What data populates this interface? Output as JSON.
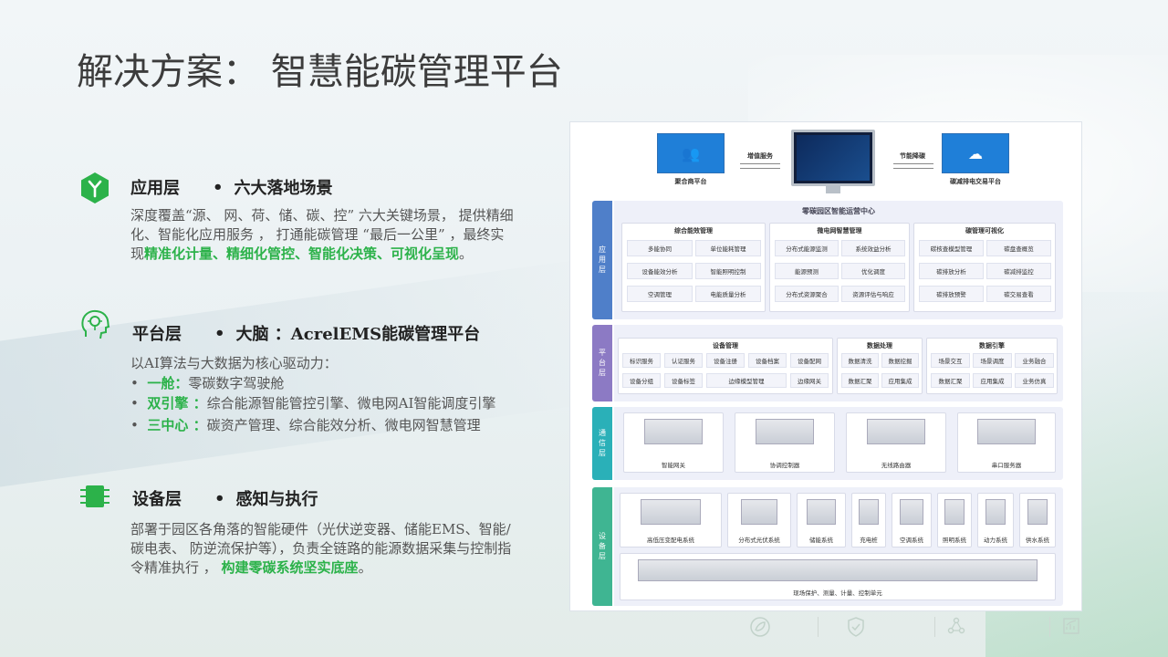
{
  "title": "解决方案： 智慧能碳管理平台",
  "colors": {
    "accent_green": "#2cb24a",
    "app_layer": "#4f7fc9",
    "platform_layer": "#8c7ac4",
    "comm_layer": "#2ab0b8",
    "device_layer": "#3fb592"
  },
  "sections": {
    "app": {
      "icon": "y-hexagon-icon",
      "name": "应用层",
      "bullet": "•",
      "subtitle": "六大落地场景",
      "text1": "深度覆盖“源、 网、荷、储、碳、控” 六大关键场景， 提供精细化、智能化应用服务 ， 打通能碳管理 “最后一公里” ，最终实现",
      "highlight": "精准化计量、精细化管控、智能化决策、可视化呈现",
      "text2": "。"
    },
    "platform": {
      "icon": "brain-head-icon",
      "name": "平台层",
      "bullet": "•",
      "subtitle": "大脑 ：AcrelEMS能碳管理平台",
      "intro": "以AI算法与大数据为核心驱动力：",
      "items": [
        {
          "bullet": "•",
          "key": "一舱：",
          "text": "零碳数字驾驶舱"
        },
        {
          "bullet": "•",
          "key": "双引擎 ：",
          "text": "综合能源智能管控引擎、微电网AI智能调度引擎"
        },
        {
          "bullet": "•",
          "key": "三中心 ：",
          "text": "碳资产管理、综合能效分析、微电网智慧管理"
        }
      ]
    },
    "device": {
      "icon": "chip-icon",
      "name": "设备层",
      "bullet": "•",
      "subtitle": "感知与执行",
      "text1": "部署于园区各角落的智能硬件（光伏逆变器、储能EMS、智能/碳电表、 防逆流保护等），负责全链路的能源数据采集与控制指令精准执行 ， ",
      "highlight": "构建零碳系统坚实底座",
      "text2": "。"
    }
  },
  "diagram": {
    "top": {
      "left_node": "聚合商平台",
      "left_arrow": "增值服务",
      "right_arrow": "节能降碳",
      "right_node": "碳减排电交易平台"
    },
    "app_layer": {
      "label": "应用层",
      "center_title": "零碳园区智能运营中心",
      "groups": [
        {
          "title": "综合能效管理",
          "cells": [
            "多能协同",
            "单位能耗管理",
            "设备能效分析",
            "智能照明控制",
            "空调管理",
            "电能质量分析"
          ]
        },
        {
          "title": "微电网智慧管理",
          "cells": [
            "分布式能源监测",
            "系统效益分析",
            "能源预测",
            "优化调度",
            "分布式资源聚合",
            "资源评估与响应"
          ]
        },
        {
          "title": "碳管理可视化",
          "cells": [
            "碳核查模型管理",
            "碳盘查概览",
            "碳排放分析",
            "碳减排监控",
            "碳排放预警",
            "碳交易查看"
          ]
        }
      ]
    },
    "platform_layer": {
      "label": "平台层",
      "groups": [
        {
          "title": "设备管理",
          "cells": [
            "标识服务",
            "认证服务",
            "设备注册",
            "设备档案",
            "设备配网",
            "设备分组",
            "设备标签",
            "边缘模型管理",
            "边缘网关"
          ]
        },
        {
          "title": "数据处理",
          "cells": [
            "数据清洗",
            "数据挖掘",
            "数据汇聚",
            "应用集成"
          ]
        },
        {
          "title": "数据引擎",
          "cells": [
            "场景交互",
            "场景调度",
            "业务融合",
            "数据汇聚",
            "应用集成",
            "业务仿真"
          ]
        }
      ]
    },
    "comm_layer": {
      "label": "通信层",
      "devices": [
        "智能网关",
        "协调控制器",
        "无线路由器",
        "串口服务器"
      ]
    },
    "device_layer": {
      "label": "设备层",
      "systems": [
        "高低压变配电系统",
        "分布式光伏系统",
        "储能系统",
        "充电桩",
        "空调系统",
        "照明系统",
        "动力系统",
        "供水系统"
      ],
      "bottom_label": "现场保护、测量、计量、控制单元"
    }
  },
  "footer_icons": [
    "leaf-icon",
    "shield-check-icon",
    "network-icon",
    "chart-icon"
  ]
}
